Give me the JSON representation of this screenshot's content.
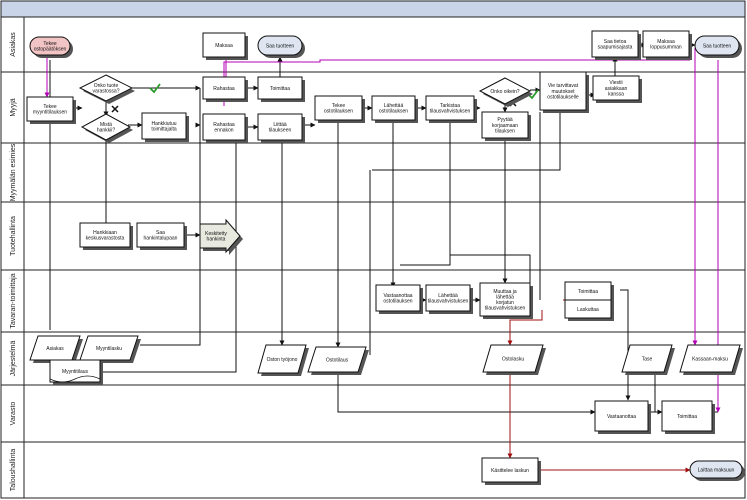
{
  "colors": {
    "header": "#c9d4e8",
    "lane_border": "#222222",
    "box_fill": "#ffffff",
    "shadow": "#555555",
    "start_fill": "#f2c4c4",
    "terminator_fill": "#dfe6f2",
    "flow": "#111111",
    "magenta": "#b400b4",
    "red": "#a01010",
    "check": "#2a9a2a"
  },
  "lanes": [
    "Asiakas",
    "Myyjä",
    "Myymälän esimies",
    "Tuotehallinta",
    "Tavaran-toimittaja",
    "Järjestelmä",
    "Varasto",
    "Taloushallinta"
  ],
  "shapes": {
    "s_tekee_ostopaatoksen": "Tekee ostopäätöksen",
    "s_maksaa": "Maksaa",
    "s_saa_tuotteen_1": "Saa tuotteen",
    "s_saa_tietoa": "Saa tietoa saapumisajasta",
    "s_maksaa_loppusumman": "Maksaa loppusumman",
    "s_saa_tuotteen_2": "Saa tuotteen",
    "s_tekee_myyntitilauksen": "Tekee myyntitilauksen",
    "s_onko_tuote_varastossa": "Onko tuote varastossa?",
    "s_mista_hankkii": "Mistä hankkii?",
    "s_hankkiutuu_toimittajalta": "Hankkiutuu toimittajalta",
    "s_rahastaa": "Rahastaa",
    "s_rahastaa_ennakon": "Rahastaa ennakon",
    "s_toimittaa_1": "Toimittaa",
    "s_liittaa_tilaukseen": "Liittää tilaukseen",
    "s_tekee_ostotilauksen": "Tekee ostotilauksen",
    "s_lahettaa_ostotilauksen": "Lähettää ostotilauksen",
    "s_tarkistaa_tilausvahvistuksen": "Tarkistaa tilausvahvistuksen",
    "s_onko_ok": "Onko oikein?",
    "s_pyytaa_korjaamaan": "Pyytää korjaamaan tilauksen",
    "s_vie_tarvittavat": "Vie tarvittavat muutokset ostotilaukselle",
    "s_viesti_asiakkaan": "Viestii asiakkaan kanssa",
    "s_hankkiaan_keskusvarastosta": "Hankkiaan keskusvarastosta",
    "s_saa_hankintalupaan": "Saa hankintalupaan",
    "s_keskitetty_hankinta": "Keskitetty hankinta",
    "s_vastaanottaa_ostotilauksen": "Vastaanottaa ostotilauksen",
    "s_lahettaa_tilausvahvistuksen": "Lähettää tilausvahvistuksen",
    "s_muuttaa_lahettaa": "Muuttaa ja lähettää korjatun tilausvahvistuksen",
    "s_toimittaa_2": "Toimittaa",
    "s_laskuttaa": "Laskuttaa",
    "s_asiakas_doc": "Asiakas",
    "s_myyntilasku": "Myyntilasku",
    "s_myyntitilaus": "Myyntitilaus",
    "s_oston_tyojono": "Oston työjono",
    "s_ostotilaus": "Ostotilaus",
    "s_ostolasku": "Ostolasku",
    "s_tase": "Tase",
    "s_kassaan_maksu": "Kassaan-maksu",
    "s_vastaanottaa": "Vastaanottaa",
    "s_toimittaa_3": "Toimittaa",
    "s_kasittelee_laskun": "Käsittelee laskun",
    "s_laittaa_maksuun": "Laittaa maksuun"
  }
}
